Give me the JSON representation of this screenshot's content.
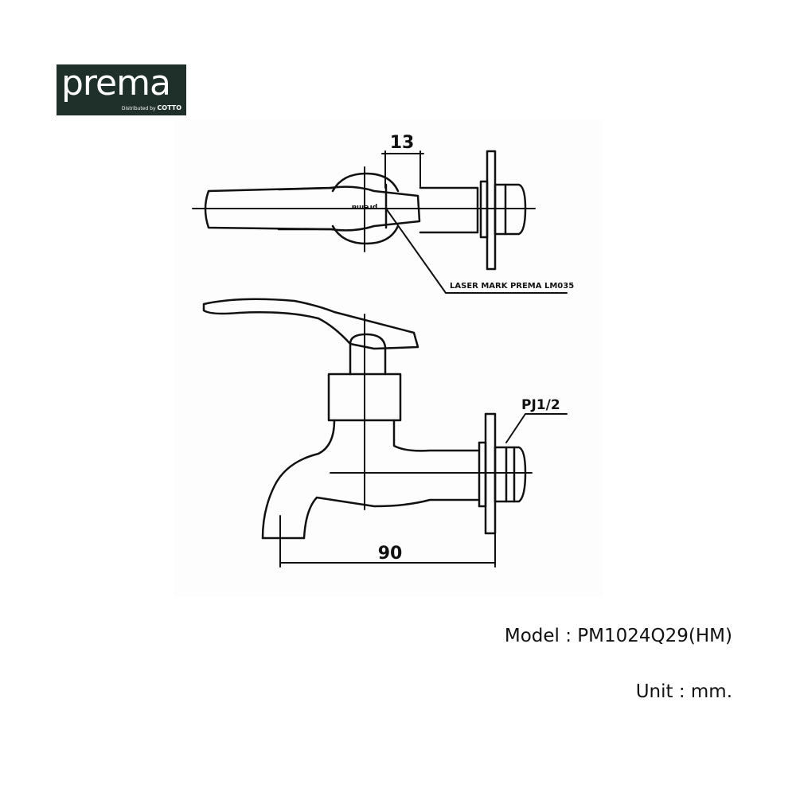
{
  "logo": {
    "brand": "prema",
    "tagline": "Distributed by",
    "partner": "COTTO"
  },
  "drawing": {
    "dim_top": "13",
    "dim_bottom": "90",
    "laser_mark": "LASER MARK PREMA LM035",
    "thread_label": "PJ1/2",
    "handle_mark": "prema"
  },
  "captions": {
    "model": "Model : PM1024Q29(HM)",
    "unit": "Unit : mm."
  },
  "colors": {
    "logo_bg": "#1f2f2a",
    "line": "#111111"
  }
}
